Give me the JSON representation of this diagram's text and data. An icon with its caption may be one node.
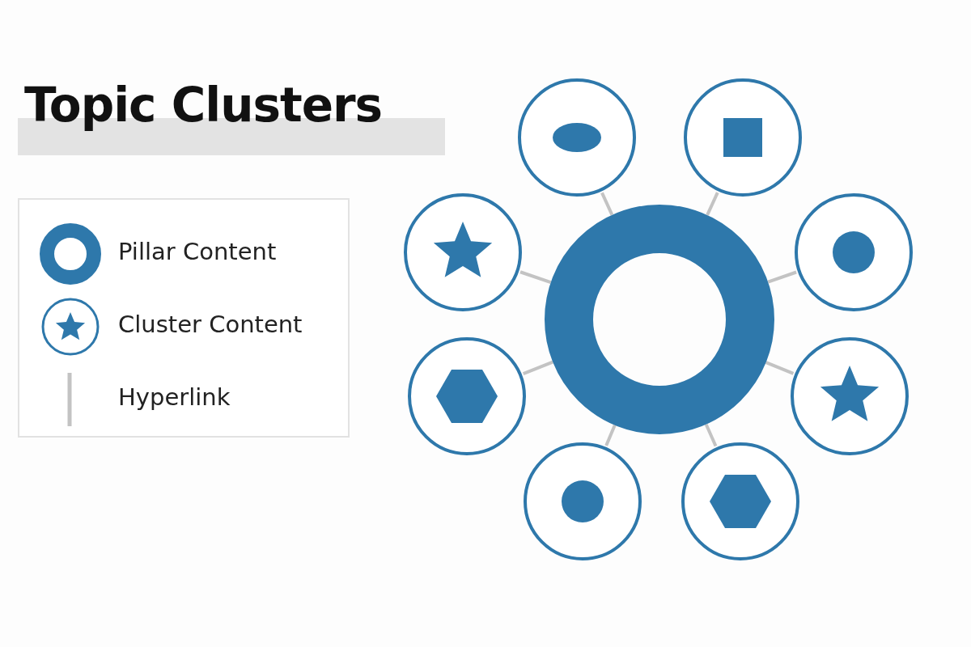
{
  "diagram": {
    "title": "Topic Clusters",
    "nodes": [
      {
        "text": [],
        "shape": "circle"
      },
      {
        "text": [],
        "shape": "circle"
      },
      {
        "text": [],
        "shape": "circle"
      },
      {
        "text": [],
        "shape": "circle"
      },
      {
        "text": [],
        "shape": "circle"
      },
      {
        "text": [],
        "shape": "circle"
      },
      {
        "text": [],
        "shape": "circle"
      },
      {
        "text": [],
        "shape": "circle"
      },
      {
        "text": [],
        "shape": "circle"
      }
    ],
    "edges": [
      {
        "from": 0,
        "to": 1,
        "arrow": "none"
      },
      {
        "from": 0,
        "to": 2,
        "arrow": "none"
      },
      {
        "from": 0,
        "to": 3,
        "arrow": "none"
      },
      {
        "from": 0,
        "to": 4,
        "arrow": "none"
      },
      {
        "from": 0,
        "to": 5,
        "arrow": "none"
      },
      {
        "from": 0,
        "to": 6,
        "arrow": "none"
      },
      {
        "from": 0,
        "to": 7,
        "arrow": "none"
      },
      {
        "from": 0,
        "to": 8,
        "arrow": "none"
      }
    ],
    "legend": [
      {
        "text": "Pillar Content"
      },
      {
        "text": "Cluster Content"
      },
      {
        "text": "Hyperlink"
      }
    ]
  }
}
